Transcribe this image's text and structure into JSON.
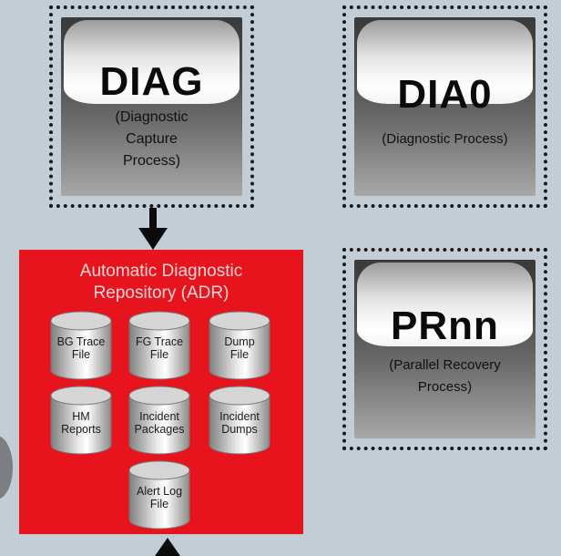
{
  "processes": {
    "diag": {
      "name": "DIAG",
      "desc": [
        "(Diagnostic",
        "Capture",
        "Process)"
      ]
    },
    "dia0": {
      "name": "DIA0",
      "desc": [
        "(Diagnostic Process)"
      ]
    },
    "prnn": {
      "name": "PRnn",
      "desc": [
        "(Parallel Recovery",
        "Process)"
      ]
    }
  },
  "adr": {
    "title": [
      "Automatic Diagnostic",
      "Repository (ADR)"
    ],
    "items": [
      [
        "BG Trace",
        "File"
      ],
      [
        "FG Trace",
        "File"
      ],
      [
        "Dump",
        "File"
      ],
      [
        "HM",
        "Reports"
      ],
      [
        "Incident",
        "Packages"
      ],
      [
        "Incident",
        "Dumps"
      ],
      [
        "Alert Log",
        "File"
      ]
    ]
  },
  "colors": {
    "background": "#c3cdd6",
    "adr_red": "#e8141d",
    "border": "#1a1a1a"
  }
}
